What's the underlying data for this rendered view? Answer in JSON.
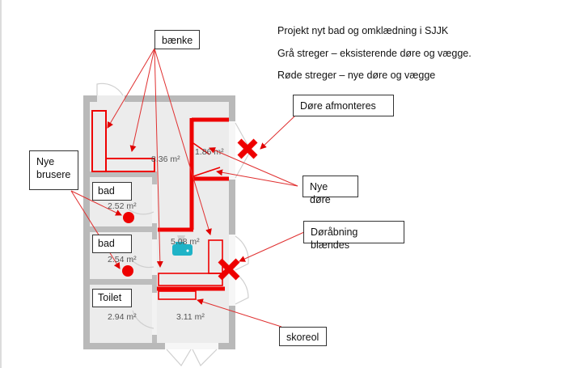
{
  "header": {
    "lines": [
      "Projekt nyt bad og omklædning i SJJK",
      "Grå streger – eksisterende døre og vægge.",
      "Røde streger – nye døre og vægge"
    ]
  },
  "callouts": {
    "benches": "bænke",
    "new_showers_line1": "Nye",
    "new_showers_line2": "brusere",
    "doors_removed": "Døre afmonteres",
    "new_doors": "Nye døre",
    "door_opening_blinded": "Døråbning blændes",
    "shoe_rack": "skoreol"
  },
  "rooms": {
    "changing_area": "8.36 m²",
    "small_room": "1.86 m²",
    "bath1_label": "bad",
    "bath1_area": "2.52 m²",
    "bath2_label": "bad",
    "bath2_area": "2.54 m²",
    "sink_area": "5.08 m²",
    "toilet_label": "Toilet",
    "toilet_area": "2.94 m²",
    "entry_area": "3.11 m²"
  },
  "colors": {
    "new": "#ee0000",
    "existing_wall": "#b4b4b4",
    "floor": "#ececec",
    "sink": "#1fb3c7"
  }
}
